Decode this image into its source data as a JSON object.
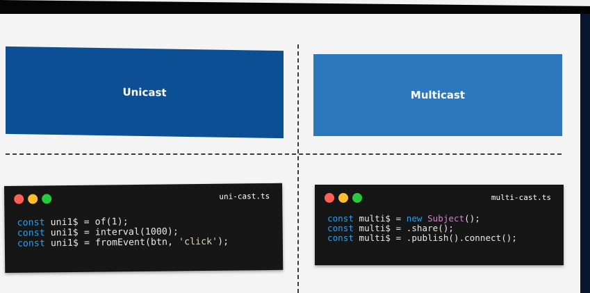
{
  "colors": {
    "unicast_box": "#0d4f94",
    "multicast_box": "#2d77bd",
    "code_bg": "#161616",
    "dot_red": "#ff5f56",
    "dot_yellow": "#ffbd2e",
    "dot_green": "#27c93f",
    "keyword": "#2f9be6"
  },
  "unicast": {
    "label": "Unicast",
    "window": {
      "filename": "uni-cast.ts",
      "lines": [
        {
          "kw": "const",
          "rest": " uni1$ = of(1);"
        },
        {
          "kw": "const",
          "rest": " uni1$ = interval(1000);"
        },
        {
          "kw": "const",
          "rest": " uni1$ = fromEvent(btn, ",
          "str": "'click'",
          "tail": ");"
        }
      ]
    }
  },
  "multicast": {
    "label": "Multicast",
    "window": {
      "filename": "multi-cast.ts",
      "lines": [
        {
          "kw": "const",
          "rest": " multi$ = ",
          "kw2": "new",
          "cls": " Subject",
          "tail": "();"
        },
        {
          "kw": "const",
          "rest": " multi$ = .share();"
        },
        {
          "kw": "const",
          "rest": " multi$ = .publish().connect();"
        }
      ]
    }
  }
}
